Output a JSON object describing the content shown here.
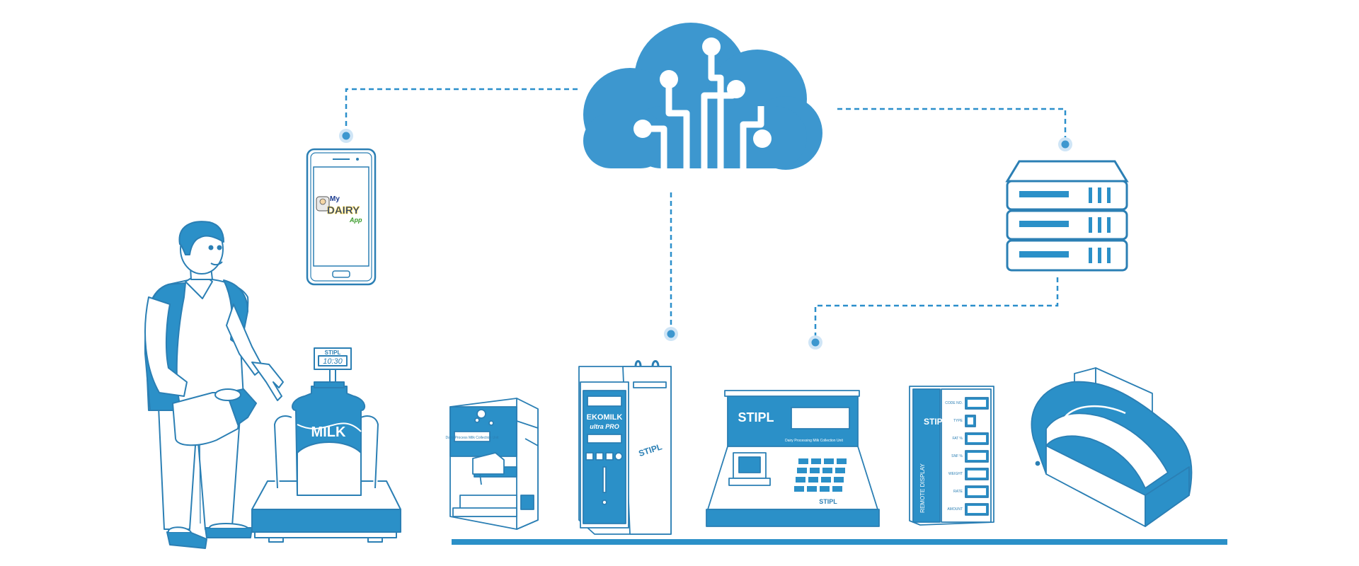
{
  "colors": {
    "primary": "#2b90c8",
    "cloud": "#3d97cf",
    "ink": "#2b7fb4",
    "node_dot": "#5aa9e0",
    "node_ring": "#cfe5f6"
  },
  "icons": [
    "cloud-network-icon",
    "smartphone-icon",
    "server-stack-icon",
    "printer-icon"
  ],
  "devices": {
    "phone_app": {
      "logo_line1": "My",
      "logo_line2": "DAIRY",
      "logo_line3": "App"
    },
    "weighing_scale": {
      "brand": "STIPL",
      "time": "10:30",
      "can_label": "MILK"
    },
    "milk_analyzer": {
      "label": "Dairy Process Milk Collection Unit"
    },
    "ekomilk": {
      "name": "EKOMILK",
      "model": "ultra PRO",
      "brand": "STIPL"
    },
    "collection_unit": {
      "brand": "STIPL",
      "subtitle": "Dairy Processing Milk Collection Unit",
      "footer_brand": "STIPL"
    },
    "remote_display": {
      "brand": "STIPL",
      "title": "REMOTE DISPLAY",
      "fields": [
        "CODE NO.",
        "TYPE",
        "FAT %",
        "SNF %",
        "WEIGHT",
        "RATE",
        "AMOUNT"
      ]
    }
  }
}
